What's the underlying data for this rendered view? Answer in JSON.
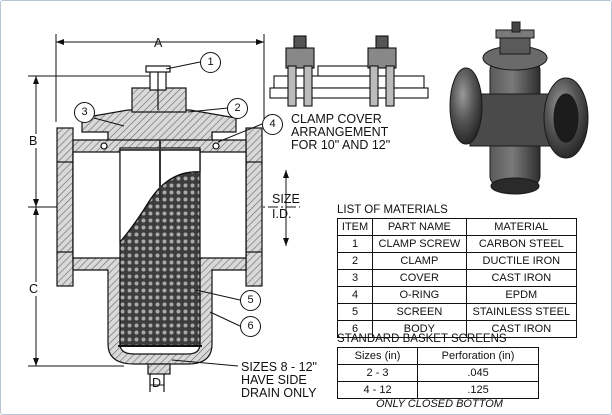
{
  "dimensions": {
    "a": "A",
    "b": "B",
    "c": "C",
    "d": "D",
    "size_id_line1": "SIZE",
    "size_id_line2": "I.D."
  },
  "balloons": [
    "1",
    "2",
    "3",
    "4",
    "5",
    "6"
  ],
  "clamp_note": {
    "line1": "CLAMP COVER",
    "line2": "ARRANGEMENT",
    "line3": "FOR 10\" AND 12\""
  },
  "drain_note": {
    "line1": "SIZES 8 - 12\"",
    "line2": "HAVE SIDE",
    "line3": "DRAIN ONLY"
  },
  "materials": {
    "title": "LIST OF MATERIALS",
    "headers": [
      "ITEM",
      "PART NAME",
      "MATERIAL"
    ],
    "rows": [
      [
        "1",
        "CLAMP SCREW",
        "CARBON STEEL"
      ],
      [
        "2",
        "CLAMP",
        "DUCTILE IRON"
      ],
      [
        "3",
        "COVER",
        "CAST IRON"
      ],
      [
        "4",
        "O-RING",
        "EPDM"
      ],
      [
        "5",
        "SCREEN",
        "STAINLESS STEEL"
      ],
      [
        "6",
        "BODY",
        "CAST IRON"
      ]
    ]
  },
  "screens": {
    "title": "STANDARD BASKET SCREENS",
    "headers": [
      "Sizes (in)",
      "Perforation (in)"
    ],
    "rows": [
      [
        "2 - 3",
        ".045"
      ],
      [
        "4 - 12",
        ".125"
      ]
    ],
    "note": "ONLY CLOSED BOTTOM"
  },
  "colors": {
    "line": "#111111",
    "hatch": "#6e6e6e",
    "body_fill": "#ffffff",
    "screen_fill": "#3a3a3a",
    "render_dark": "#3b3b3b",
    "render_mid": "#5a5a5a",
    "render_light": "#8a8a8a"
  }
}
